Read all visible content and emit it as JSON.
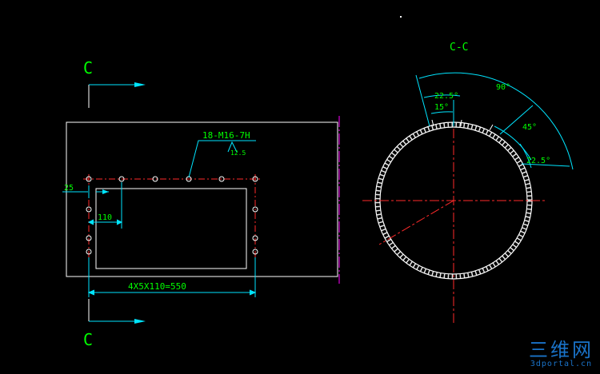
{
  "section": {
    "marker": "C",
    "title": "C-C"
  },
  "dimensions": {
    "thread_callout": "18-M16-7H",
    "thread_depth": "12.5",
    "edge_offset": "25",
    "hole_offset": "110",
    "hole_chain": "4X5X110=550",
    "angle_90": "90°",
    "angle_45": "45°",
    "angle_22_5_top": "22.5°",
    "angle_22_5_right": "22.5°",
    "angle_15": "15°"
  },
  "watermark": {
    "brand": "三维网",
    "domain": "3dportal.cn"
  },
  "colors": {
    "outline": "#ffffff",
    "dimension": "#00e5ff",
    "label_text": "#00ff00",
    "hole_center": "#ff2a2a",
    "centerline": "#ff2a2a",
    "cut_line": "#ff00ff",
    "watermark": "#1a73c9"
  }
}
